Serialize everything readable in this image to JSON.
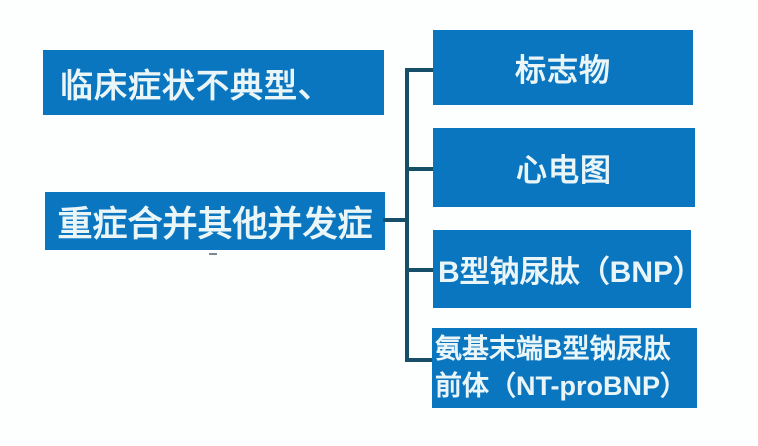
{
  "diagram": {
    "colors": {
      "box_fill": "#0b76c0",
      "connector_line": "#174e68",
      "box_text": "#eaf5f7",
      "background": "#fdfefe"
    },
    "left_nodes": [
      {
        "label": "临床症状不典型、"
      },
      {
        "label": "重症合并其他并发症"
      }
    ],
    "right_nodes": [
      {
        "label": "标志物"
      },
      {
        "label": "心电图"
      },
      {
        "label": "B型钠尿肽（BNP）"
      },
      {
        "label": "氨基末端B型钠尿肽\n前体（NT-proBNP）"
      }
    ]
  }
}
